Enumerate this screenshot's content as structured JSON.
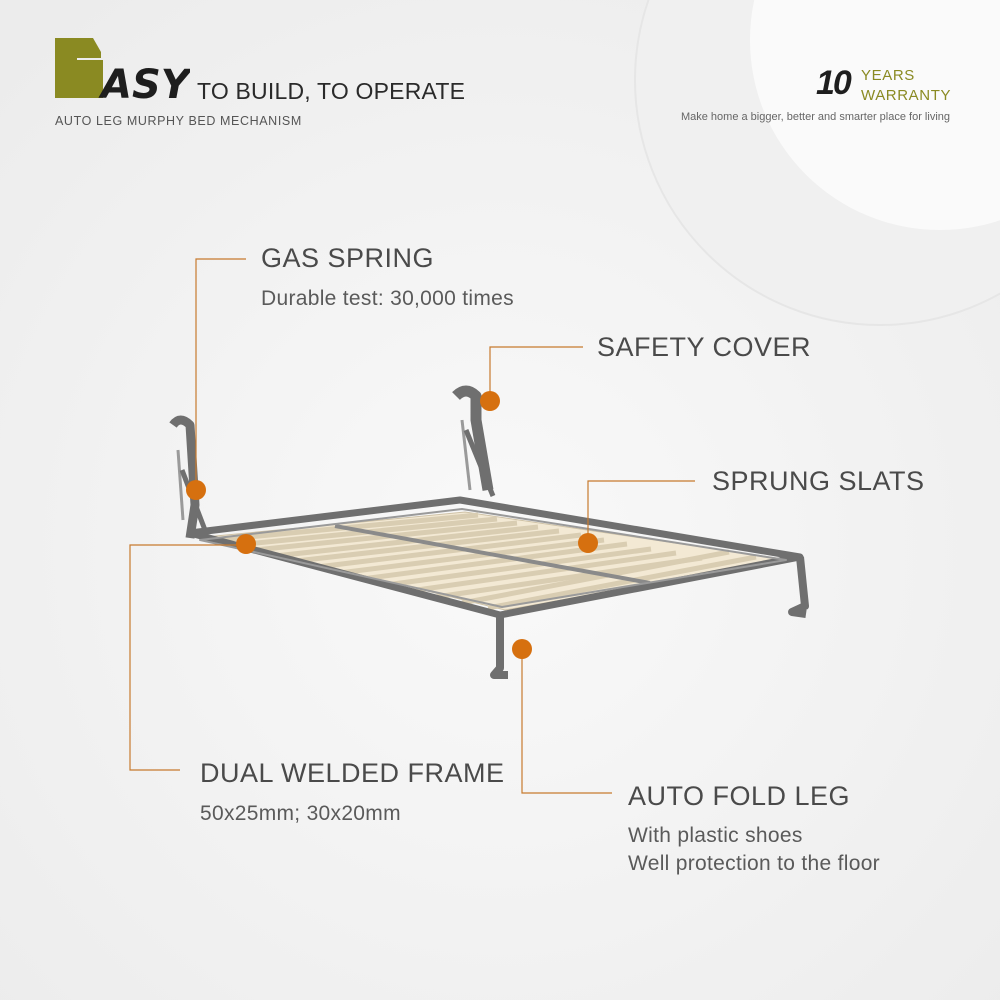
{
  "header": {
    "logo_letters": "EASY",
    "tagline": "TO BUILD, TO OPERATE",
    "subtitle": "AUTO LEG MURPHY BED MECHANISM"
  },
  "warranty": {
    "number": "10",
    "line1": "YEARS",
    "line2": "WARRANTY",
    "slogan": "Make home a bigger, better and smarter place for living"
  },
  "features": {
    "gas_spring": {
      "title": "GAS SPRING",
      "desc": "Durable test: 30,000 times"
    },
    "safety_cover": {
      "title": "SAFETY COVER"
    },
    "sprung_slats": {
      "title": "SPRUNG SLATS"
    },
    "frame": {
      "title": "DUAL WELDED FRAME",
      "desc": "50x25mm; 30x20mm"
    },
    "fold_leg": {
      "title": "AUTO FOLD LEG",
      "desc1": "With plastic shoes",
      "desc2": "Well protection to the floor"
    }
  },
  "colors": {
    "accent_dot": "#d6700f",
    "leader_line": "#c77a2e",
    "logo_olive": "#8a8a22",
    "frame_metal": "#6f6f6f",
    "slat_wood": "#f1e6cf"
  }
}
